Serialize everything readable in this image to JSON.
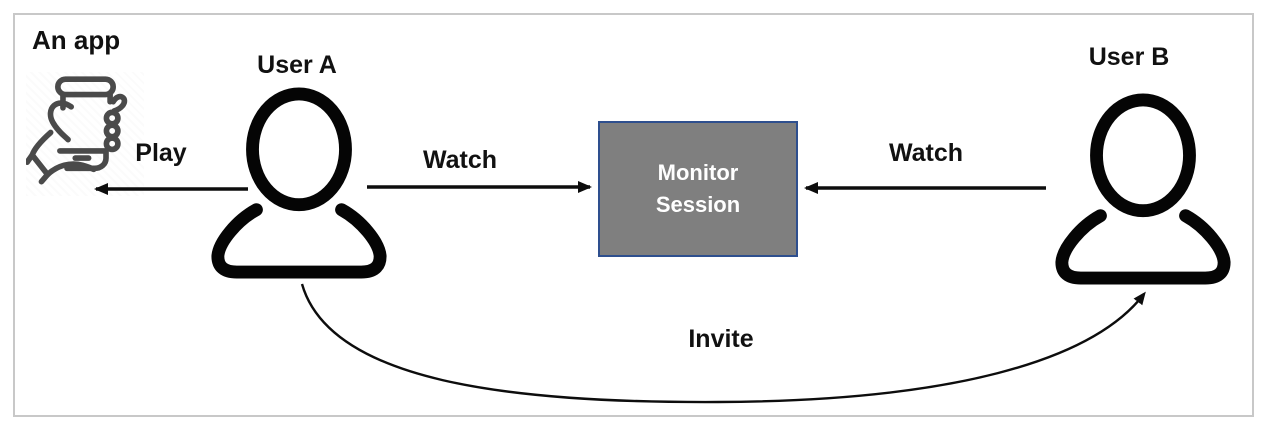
{
  "diagram": {
    "app": {
      "label": "An app",
      "icon": "hand-holding-phone-icon"
    },
    "users": {
      "a": {
        "label": "User A",
        "icon": "person-icon"
      },
      "b": {
        "label": "User B",
        "icon": "person-icon"
      }
    },
    "monitor": {
      "label_lines": [
        "Monitor",
        "Session"
      ],
      "fill_color": "#7f7f7f",
      "border_color": "#2e4f8e",
      "text_color": "#ffffff"
    },
    "edges": {
      "play": {
        "label": "Play",
        "from": "User A",
        "to": "An app",
        "style": "straight-arrow-left"
      },
      "watch_left": {
        "label": "Watch",
        "from": "User A",
        "to": "Monitor Session",
        "style": "straight-arrow-right"
      },
      "watch_right": {
        "label": "Watch",
        "from": "User B",
        "to": "Monitor Session",
        "style": "straight-arrow-left"
      },
      "invite": {
        "label": "Invite",
        "from": "User A",
        "to": "User B",
        "style": "curved-arrow-up"
      }
    },
    "colors": {
      "frame_border": "#c8c8c8",
      "arrow_black": "#0d0d0d",
      "icon_gray": "#4a4a4a",
      "person_black": "#050505",
      "background": "#ffffff"
    }
  }
}
